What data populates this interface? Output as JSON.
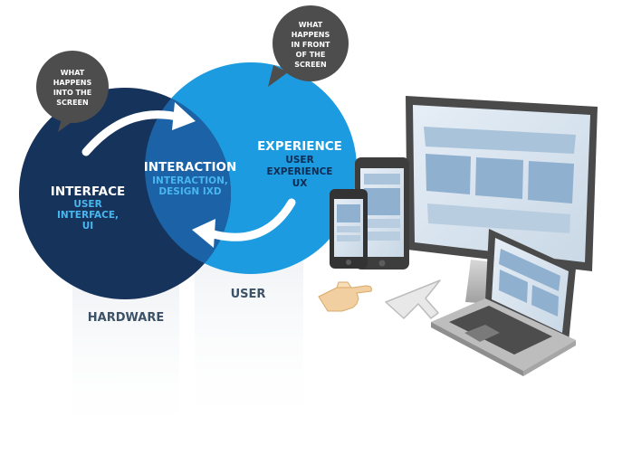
{
  "colors": {
    "dark_circle": "#16335b",
    "overlap": "#1b62a6",
    "light_circle": "#1c9be0",
    "accent_text": "#48b6f0",
    "dark_text": "#0f2c52",
    "bubble": "#4d4d4d",
    "pillar_text": "#3c5268",
    "skin": "#f2cfa0"
  },
  "bubble_left": {
    "lines": [
      "WHAT",
      "HAPPENS",
      "INTO THE",
      "SCREEN"
    ]
  },
  "bubble_right": {
    "lines": [
      "WHAT",
      "HAPPENS",
      "IN FRONT",
      "OF THE",
      "SCREEN"
    ]
  },
  "interface": {
    "title": "INTERFACE",
    "sub_lines": [
      "USER",
      "INTERFACE,",
      "UI"
    ]
  },
  "interaction": {
    "title": "INTERACTION",
    "sub_lines": [
      "INTERACTION,",
      "DESIGN IXD"
    ]
  },
  "experience": {
    "title": "EXPERIENCE",
    "sub_lines": [
      "USER",
      "EXPERIENCE",
      "UX"
    ]
  },
  "pillars": {
    "hardware": "HARDWARE",
    "user": "USER"
  },
  "icons": [
    "hand-pointer-icon",
    "arrow-cursor-icon"
  ]
}
